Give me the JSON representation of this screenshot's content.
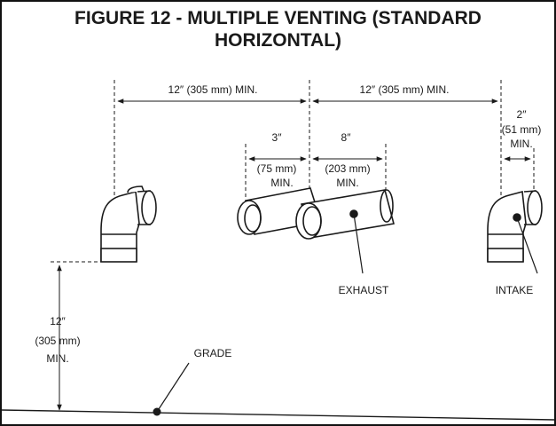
{
  "figure": {
    "title_line1": "FIGURE 12 - MULTIPLE VENTING (STANDARD",
    "title_line2": "HORIZONTAL)"
  },
  "dimensions": {
    "left_span": "12″ (305 mm) MIN.",
    "right_span": "12″ (305 mm) MIN.",
    "exhaust_offset": [
      "3″",
      "(75 mm)",
      "MIN."
    ],
    "exhaust_length": [
      "8″",
      "(203 mm)",
      "MIN."
    ],
    "intake_offset": [
      "2″",
      "(51 mm)",
      "MIN."
    ],
    "grade_height": [
      "12″",
      "(305 mm)",
      "MIN."
    ]
  },
  "labels": {
    "exhaust": "EXHAUST",
    "intake": "INTAKE",
    "grade": "GRADE"
  },
  "colors": {
    "line": "#1a1a1a",
    "background": "#ffffff"
  }
}
